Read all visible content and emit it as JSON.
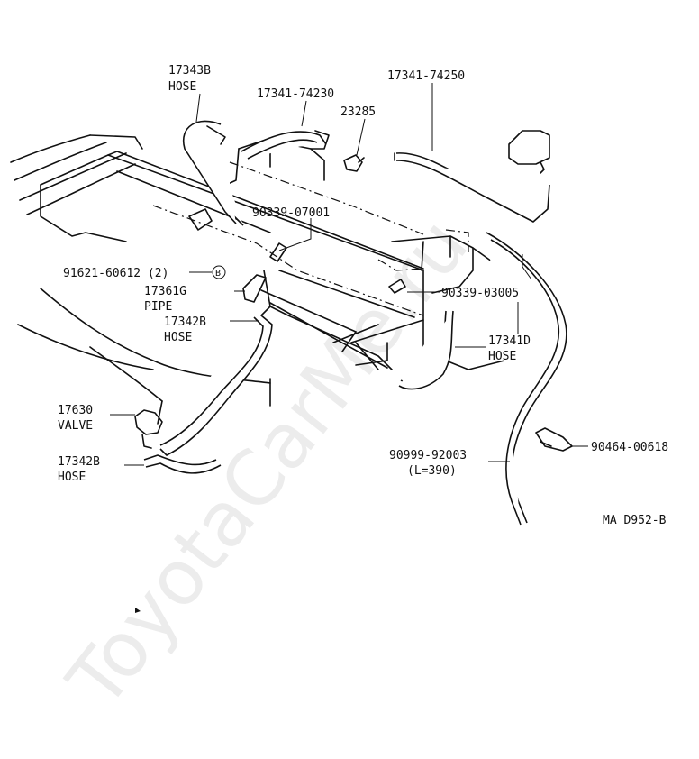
{
  "watermark": "ToyotaCarMe.ru",
  "labels": {
    "hose_17343b": {
      "part": "17343B",
      "name": "HOSE"
    },
    "hose_17341_74230": {
      "part": "17341-74230"
    },
    "part_23285": {
      "part": "23285"
    },
    "hose_17341_74250": {
      "part": "17341-74250"
    },
    "clamp_90339_07001": {
      "part": "90339-07001"
    },
    "bolt_91621_60612": {
      "part": "91621-60612 (2)",
      "callout": "B"
    },
    "pipe_17361g": {
      "part": "17361G",
      "name": "PIPE"
    },
    "hose_17342b_upper": {
      "part": "17342B",
      "name": "HOSE"
    },
    "clamp_90339_03005": {
      "part": "90339-03005"
    },
    "hose_17341d": {
      "part": "17341D",
      "name": "HOSE"
    },
    "valve_17630": {
      "part": "17630",
      "name": "VALVE"
    },
    "hose_17342b_lower": {
      "part": "17342B",
      "name": "HOSE"
    },
    "hose_90999_92003": {
      "part": "90999-92003",
      "length": "(L=390)"
    },
    "clip_90464_00618": {
      "part": "90464-00618"
    },
    "figure_code": "MA D952-B"
  }
}
